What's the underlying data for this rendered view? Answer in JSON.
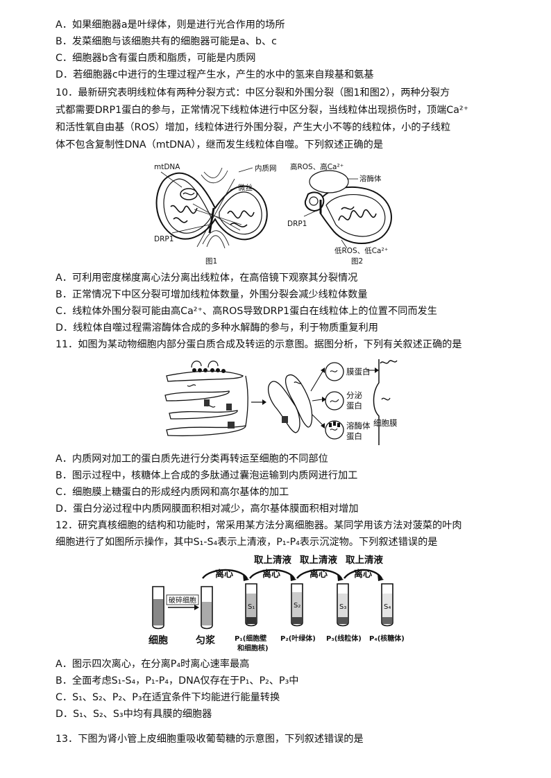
{
  "q9_options": [
    "A．如果细胞器a是叶绿体，则是进行光合作用的场所",
    "B．发菜细胞与该细胞共有的细胞器可能是a、b、c",
    "C．细胞器b含有蛋白质和脂质，可能是内质网",
    "D．若细胞器c中进行的生理过程产生水，产生的水中的氢来自羧基和氨基"
  ],
  "q10": {
    "stem": [
      "10．最新研究表明线粒体有两种分裂方式：中区分裂和外围分裂（图1和图2），两种分裂方",
      "式都需要DRP1蛋白的参与，正常情况下线粒体进行中区分裂，当线粒体出现损伤时，顶端Ca²⁺",
      "和活性氧自由基（ROS）增加，线粒体进行外围分裂，产生大小不等的线粒体，小的子线粒",
      "体不包含复制性DNA（mtDNA），继而发生线粒体自噬。下列叙述正确的是"
    ],
    "fig1": {
      "mtdna": "mtDNA",
      "er": "内质网",
      "microfil": "微丝",
      "drp1": "DRP1",
      "caption": "图1"
    },
    "fig2": {
      "top": "高ROS、高Ca²⁺",
      "lyso": "溶酶体",
      "drp1": "DRP1",
      "bottom": "低ROS、低Ca²⁺",
      "caption": "图2"
    },
    "options": [
      "A．可利用密度梯度离心法分离出线粒体，在高倍镜下观察其分裂情况",
      "B．正常情况下中区分裂可增加线粒体数量，外围分裂会减少线粒体数量",
      "C．线粒体外围分裂可能由高Ca²⁺、高ROS导致DRP1蛋白在线粒体上的位置不同而发生",
      "D．线粒体自噬过程需溶酶体合成的多种水解酶的参与，利于物质重复利用"
    ]
  },
  "q11": {
    "stem": "11．如图为某动物细胞内部分蛋白质合成及转运的示意图。据图分析，下列有关叙述正确的是",
    "fig": {
      "membrane_protein": "膜蛋白",
      "secreted_1": "分泌",
      "secreted_2": "蛋白",
      "lyso_1": "溶酶体",
      "lyso_2": "蛋白",
      "cell_membrane": "细胞膜"
    },
    "options": [
      "A．内质网对加工的蛋白质先进行分类再转运至细胞的不同部位",
      "B．图示过程中，核糖体上合成的多肽通过囊泡运输到内质网进行加工",
      "C．细胞膜上糖蛋白的形成经内质网和高尔基体的加工",
      "D．蛋白分泌过程中内质网膜面积相对减少，高尔基体膜面积相对增加"
    ]
  },
  "q12": {
    "stem": [
      "12．研究真核细胞的结构和功能时，常采用某方法分离细胞器。某同学用该方法对菠菜的叶肉",
      "细胞进行了如图所示操作，其中S₁-S₄表示上清液，P₁-P₄表示沉淀物。下列叙述错误的是"
    ],
    "fig": {
      "take": "取上清液",
      "spin": "离心",
      "crush": "破碎细胞",
      "cell": "细胞",
      "homogenate": "匀浆",
      "p1a": "P₁(细胞壁",
      "p1b": "和细胞核)",
      "p2": "P₂(叶绿体)",
      "p3": "P₃(线粒体)",
      "p4": "P₄(核糖体)",
      "s1": "S₁",
      "s2": "S₂",
      "s3": "S₃",
      "s4": "S₄"
    },
    "options": [
      "A．图示四次离心，在分离P₄时离心速率最高",
      "B．全面考虑S₁-S₄，P₁-P₄，DNA仅存在于P₁、P₂、P₃中",
      "C．S₁、S₂、P₂、P₃在适宜条件下均能进行能量转换",
      "D．S₁、S₂、S₃中均有具膜的细胞器"
    ]
  },
  "q13": {
    "stem": "13．下图为肾小管上皮细胞重吸收葡萄糖的示意图，下列叙述错误的是"
  }
}
